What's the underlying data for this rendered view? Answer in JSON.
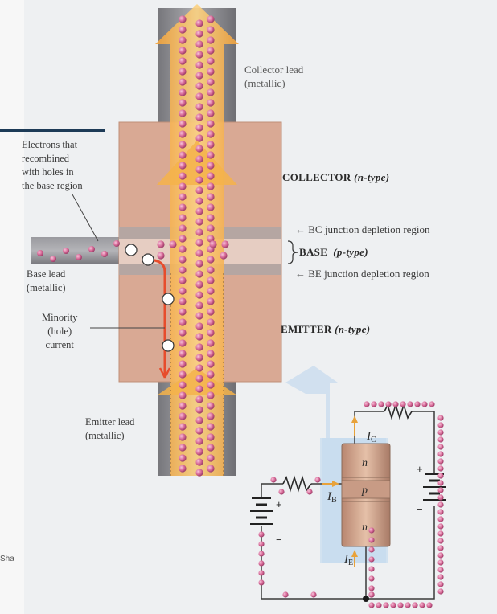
{
  "labels": {
    "collector_lead": "Collector lead\n(metallic)",
    "collector": "COLLECTOR",
    "collector_type": "(n-type)",
    "electrons_note": "Electrons that\nrecombined\nwith holes in\nthe base region",
    "bc_junction": "← BC junction depletion region",
    "base": "BASE",
    "base_type": "(p-type)",
    "be_junction": "← BE junction depletion region",
    "base_lead": "Base lead\n(metallic)",
    "minority_current": "Minority\n(hole)\ncurrent",
    "emitter": "EMITTER",
    "emitter_type": "(n-type)",
    "emitter_lead": "Emitter lead\n(metallic)",
    "side_fragment": "Sha"
  },
  "circuit": {
    "ic": "I",
    "ic_sub": "C",
    "ib": "I",
    "ib_sub": "B",
    "ie": "I",
    "ie_sub": "E",
    "layer_top": "n",
    "layer_mid": "p",
    "layer_bot": "n",
    "plus_left": "+",
    "minus_left": "−",
    "plus_right": "+",
    "minus_right": "−"
  },
  "colors": {
    "lead": "#8f8f93",
    "crystal": "#d7a58f",
    "depletion": "#b8aaa6",
    "current_arrow": "#f5b34a",
    "electron": "#d86a98",
    "hole": "#ffffff",
    "accent": "#e74c2c"
  }
}
